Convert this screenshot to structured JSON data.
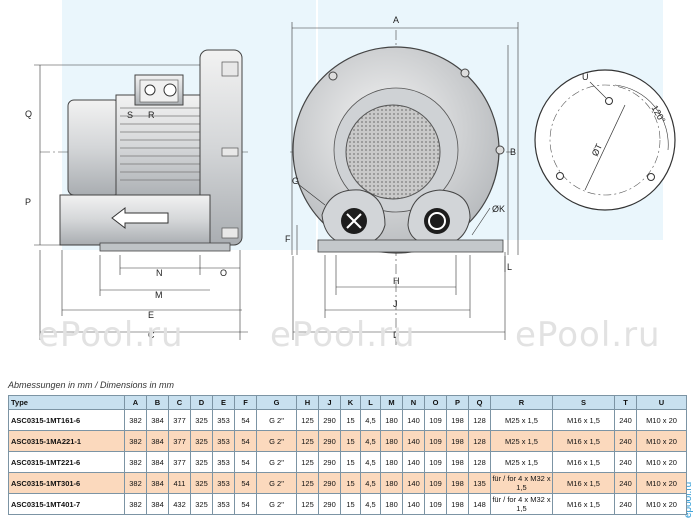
{
  "watermarks": [
    "ePool.ru",
    "ePool.ru",
    "ePool.ru"
  ],
  "side_brand": "epool.ru",
  "drawing_labels": {
    "side_view": [
      "Q",
      "P",
      "S",
      "R",
      "N",
      "O",
      "M",
      "E",
      "C"
    ],
    "front_view": [
      "A",
      "B",
      "G",
      "F",
      "ØK",
      "L",
      "H",
      "J",
      "D"
    ],
    "flange": [
      "U",
      "120°",
      "ØT"
    ]
  },
  "caption": "Abmessungen in mm / Dimensions in mm",
  "table": {
    "headers": [
      "Type",
      "A",
      "B",
      "C",
      "D",
      "E",
      "F",
      "G",
      "H",
      "J",
      "K",
      "L",
      "M",
      "N",
      "O",
      "P",
      "Q",
      "R",
      "S",
      "T",
      "U"
    ],
    "rows": [
      [
        "ASC0315-1MT161-6",
        "382",
        "384",
        "377",
        "325",
        "353",
        "54",
        "G 2\"",
        "125",
        "290",
        "15",
        "4,5",
        "180",
        "140",
        "109",
        "198",
        "128",
        "M25 x 1,5",
        "M16 x 1,5",
        "240",
        "M10 x 20"
      ],
      [
        "ASC0315-1MA221-1",
        "382",
        "384",
        "377",
        "325",
        "353",
        "54",
        "G 2\"",
        "125",
        "290",
        "15",
        "4,5",
        "180",
        "140",
        "109",
        "198",
        "128",
        "M25 x 1,5",
        "M16 x 1,5",
        "240",
        "M10 x 20"
      ],
      [
        "ASC0315-1MT221-6",
        "382",
        "384",
        "377",
        "325",
        "353",
        "54",
        "G 2\"",
        "125",
        "290",
        "15",
        "4,5",
        "180",
        "140",
        "109",
        "198",
        "128",
        "M25 x 1,5",
        "M16 x 1,5",
        "240",
        "M10 x 20"
      ],
      [
        "ASC0315-1MT301-6",
        "382",
        "384",
        "411",
        "325",
        "353",
        "54",
        "G 2\"",
        "125",
        "290",
        "15",
        "4,5",
        "180",
        "140",
        "109",
        "198",
        "135",
        "für / for 4 x M32 x 1,5",
        "M16 x 1,5",
        "240",
        "M10 x 20"
      ],
      [
        "ASC0315-1MT401-7",
        "382",
        "384",
        "432",
        "325",
        "353",
        "54",
        "G 2\"",
        "125",
        "290",
        "15",
        "4,5",
        "180",
        "140",
        "109",
        "198",
        "148",
        "für / for 4 x M32 x 1,5",
        "M16 x 1,5",
        "240",
        "M10 x 20"
      ]
    ]
  }
}
